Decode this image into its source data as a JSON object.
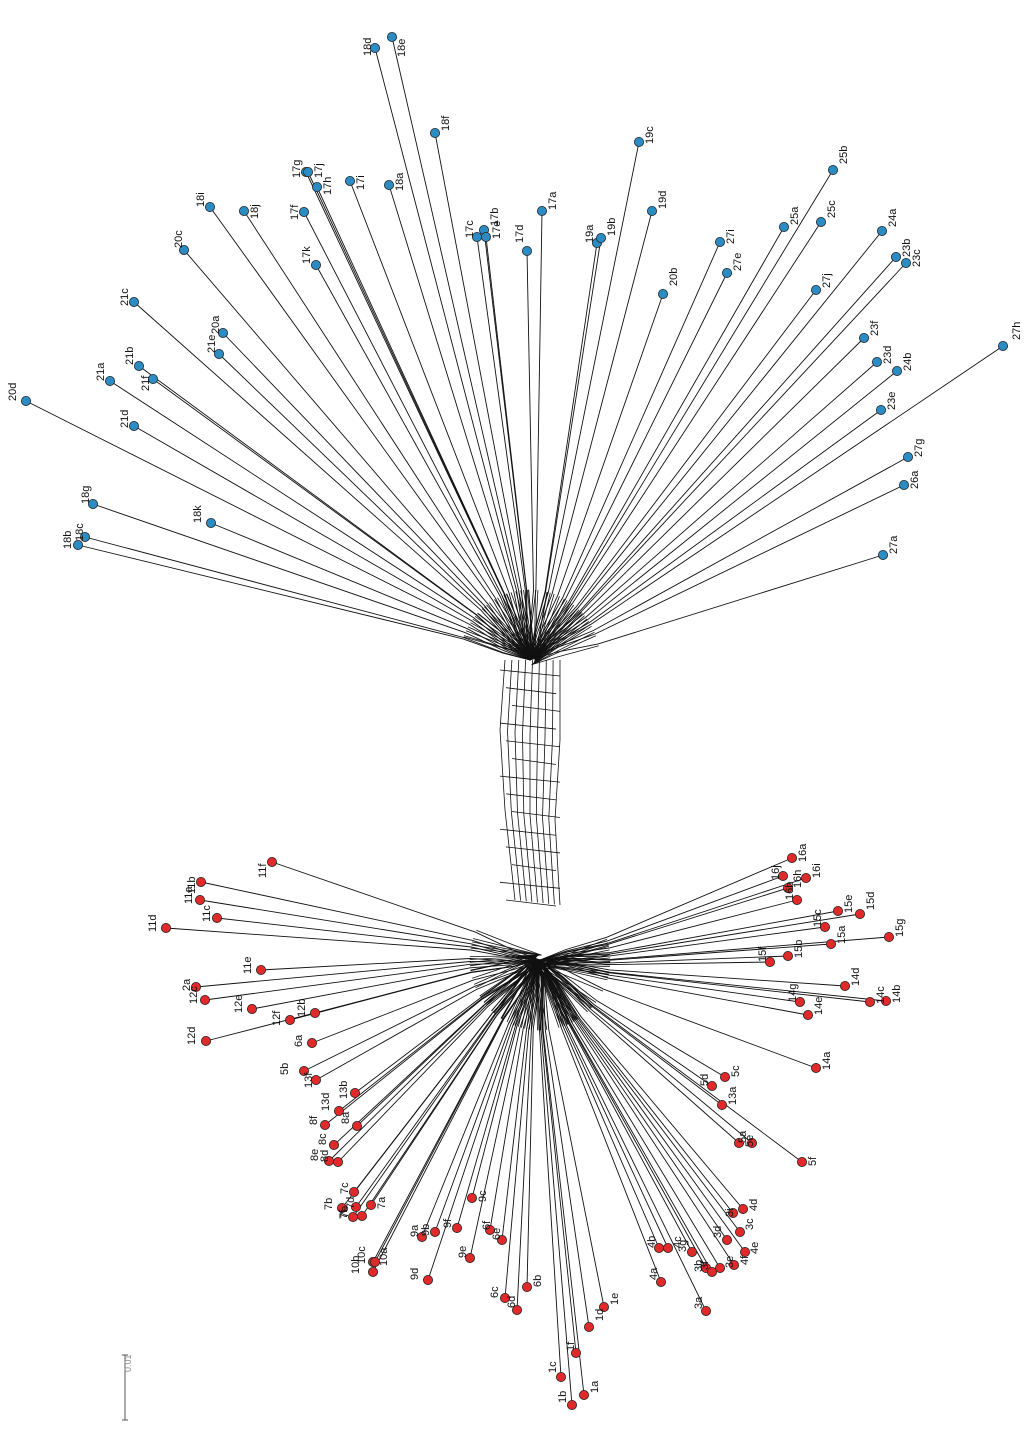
{
  "figure": {
    "type": "phylogenetic-split-network",
    "scale_bar": {
      "label": "0.01"
    },
    "colors": {
      "red_group": "#e02a2a",
      "blue_group": "#2b8cc4",
      "edges": "#111111"
    }
  },
  "tips": [
    {
      "label": "1a",
      "group": "red"
    },
    {
      "label": "1b",
      "group": "red"
    },
    {
      "label": "1c",
      "group": "red"
    },
    {
      "label": "1d",
      "group": "red"
    },
    {
      "label": "1e",
      "group": "red"
    },
    {
      "label": "1f",
      "group": "red"
    },
    {
      "label": "2a",
      "group": "red"
    },
    {
      "label": "3a",
      "group": "red"
    },
    {
      "label": "3b",
      "group": "red"
    },
    {
      "label": "3c",
      "group": "red"
    },
    {
      "label": "3d",
      "group": "red"
    },
    {
      "label": "3e",
      "group": "red"
    },
    {
      "label": "3f",
      "group": "red"
    },
    {
      "label": "3g",
      "group": "red"
    },
    {
      "label": "3i",
      "group": "red"
    },
    {
      "label": "4a",
      "group": "red"
    },
    {
      "label": "4b",
      "group": "red"
    },
    {
      "label": "4c",
      "group": "red"
    },
    {
      "label": "4d",
      "group": "red"
    },
    {
      "label": "4e",
      "group": "red"
    },
    {
      "label": "4f",
      "group": "red"
    },
    {
      "label": "5a",
      "group": "red"
    },
    {
      "label": "5b",
      "group": "red"
    },
    {
      "label": "5c",
      "group": "red"
    },
    {
      "label": "5d",
      "group": "red"
    },
    {
      "label": "5e",
      "group": "red"
    },
    {
      "label": "5f",
      "group": "red"
    },
    {
      "label": "6a",
      "group": "red"
    },
    {
      "label": "6b",
      "group": "red"
    },
    {
      "label": "6c",
      "group": "red"
    },
    {
      "label": "6d",
      "group": "red"
    },
    {
      "label": "6e",
      "group": "red"
    },
    {
      "label": "6f",
      "group": "red"
    },
    {
      "label": "7a",
      "group": "red"
    },
    {
      "label": "7b",
      "group": "red"
    },
    {
      "label": "7c",
      "group": "red"
    },
    {
      "label": "7d",
      "group": "red"
    },
    {
      "label": "7e",
      "group": "red"
    },
    {
      "label": "7f",
      "group": "red"
    },
    {
      "label": "8a",
      "group": "red"
    },
    {
      "label": "8c",
      "group": "red"
    },
    {
      "label": "8d",
      "group": "red"
    },
    {
      "label": "8e",
      "group": "red"
    },
    {
      "label": "8f",
      "group": "red"
    },
    {
      "label": "9a",
      "group": "red"
    },
    {
      "label": "9b",
      "group": "red"
    },
    {
      "label": "9c",
      "group": "red"
    },
    {
      "label": "9d",
      "group": "red"
    },
    {
      "label": "9e",
      "group": "red"
    },
    {
      "label": "9f",
      "group": "red"
    },
    {
      "label": "10a",
      "group": "red"
    },
    {
      "label": "10b",
      "group": "red"
    },
    {
      "label": "10c",
      "group": "red"
    },
    {
      "label": "11a",
      "group": "red"
    },
    {
      "label": "11b",
      "group": "red"
    },
    {
      "label": "11c",
      "group": "red"
    },
    {
      "label": "11d",
      "group": "red"
    },
    {
      "label": "11e",
      "group": "red"
    },
    {
      "label": "11f",
      "group": "red"
    },
    {
      "label": "12b",
      "group": "red"
    },
    {
      "label": "12c",
      "group": "red"
    },
    {
      "label": "12d",
      "group": "red"
    },
    {
      "label": "12e",
      "group": "red"
    },
    {
      "label": "12f",
      "group": "red"
    },
    {
      "label": "13a",
      "group": "red"
    },
    {
      "label": "13b",
      "group": "red"
    },
    {
      "label": "13d",
      "group": "red"
    },
    {
      "label": "13f",
      "group": "red"
    },
    {
      "label": "14a",
      "group": "red"
    },
    {
      "label": "14b",
      "group": "red"
    },
    {
      "label": "14c",
      "group": "red"
    },
    {
      "label": "14d",
      "group": "red"
    },
    {
      "label": "14e",
      "group": "red"
    },
    {
      "label": "14g",
      "group": "red"
    },
    {
      "label": "15a",
      "group": "red"
    },
    {
      "label": "15b",
      "group": "red"
    },
    {
      "label": "15c",
      "group": "red"
    },
    {
      "label": "15d",
      "group": "red"
    },
    {
      "label": "15e",
      "group": "red"
    },
    {
      "label": "15f",
      "group": "red"
    },
    {
      "label": "15g",
      "group": "red"
    },
    {
      "label": "16a",
      "group": "red"
    },
    {
      "label": "16b",
      "group": "red"
    },
    {
      "label": "16h",
      "group": "red"
    },
    {
      "label": "16i",
      "group": "red"
    },
    {
      "label": "16j",
      "group": "red"
    },
    {
      "label": "17a",
      "group": "blue"
    },
    {
      "label": "17b",
      "group": "blue"
    },
    {
      "label": "17c",
      "group": "blue"
    },
    {
      "label": "17d",
      "group": "blue"
    },
    {
      "label": "17e",
      "group": "blue"
    },
    {
      "label": "17f",
      "group": "blue"
    },
    {
      "label": "17g",
      "group": "blue"
    },
    {
      "label": "17h",
      "group": "blue"
    },
    {
      "label": "17i",
      "group": "blue"
    },
    {
      "label": "17j",
      "group": "blue"
    },
    {
      "label": "17k",
      "group": "blue"
    },
    {
      "label": "18a",
      "group": "blue"
    },
    {
      "label": "18b",
      "group": "blue"
    },
    {
      "label": "18c",
      "group": "blue"
    },
    {
      "label": "18d",
      "group": "blue"
    },
    {
      "label": "18e",
      "group": "blue"
    },
    {
      "label": "18f",
      "group": "blue"
    },
    {
      "label": "18g",
      "group": "blue"
    },
    {
      "label": "18i",
      "group": "blue"
    },
    {
      "label": "18j",
      "group": "blue"
    },
    {
      "label": "18k",
      "group": "blue"
    },
    {
      "label": "19a",
      "group": "blue"
    },
    {
      "label": "19b",
      "group": "blue"
    },
    {
      "label": "19c",
      "group": "blue"
    },
    {
      "label": "19d",
      "group": "blue"
    },
    {
      "label": "20a",
      "group": "blue"
    },
    {
      "label": "20b",
      "group": "blue"
    },
    {
      "label": "20c",
      "group": "blue"
    },
    {
      "label": "20d",
      "group": "blue"
    },
    {
      "label": "21a",
      "group": "blue"
    },
    {
      "label": "21b",
      "group": "blue"
    },
    {
      "label": "21c",
      "group": "blue"
    },
    {
      "label": "21d",
      "group": "blue"
    },
    {
      "label": "21e",
      "group": "blue"
    },
    {
      "label": "21f",
      "group": "blue"
    },
    {
      "label": "23b",
      "group": "blue"
    },
    {
      "label": "23c",
      "group": "blue"
    },
    {
      "label": "23d",
      "group": "blue"
    },
    {
      "label": "23e",
      "group": "blue"
    },
    {
      "label": "23f",
      "group": "blue"
    },
    {
      "label": "24a",
      "group": "blue"
    },
    {
      "label": "24b",
      "group": "blue"
    },
    {
      "label": "25a",
      "group": "blue"
    },
    {
      "label": "25b",
      "group": "blue"
    },
    {
      "label": "25c",
      "group": "blue"
    },
    {
      "label": "26a",
      "group": "blue"
    },
    {
      "label": "27a",
      "group": "blue"
    },
    {
      "label": "27e",
      "group": "blue"
    },
    {
      "label": "27g",
      "group": "blue"
    },
    {
      "label": "27h",
      "group": "blue"
    },
    {
      "label": "27i",
      "group": "blue"
    },
    {
      "label": "27j",
      "group": "blue"
    }
  ]
}
